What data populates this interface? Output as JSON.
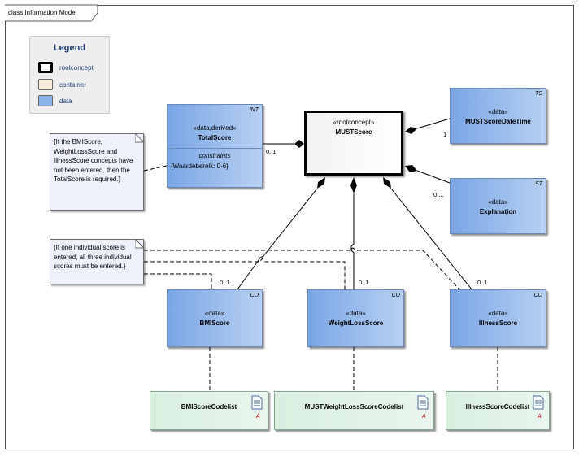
{
  "frame": {
    "title": "class Information Model"
  },
  "legend": {
    "title": "Legend",
    "items": [
      {
        "label": "rootconcept",
        "color": "#ffffff"
      },
      {
        "label": "container",
        "color": "#f7ebdc"
      },
      {
        "label": "data",
        "color": "#8db4e8"
      }
    ]
  },
  "root": {
    "stereotype": "«rootconcept»",
    "name": "MUSTScore"
  },
  "classes": {
    "total": {
      "tag": "INT",
      "stereotype": "«data,derived»",
      "name": "TotalScore",
      "constraints_label": "constraints",
      "constraint": "{Waardebereik: 0-6}"
    },
    "datetime": {
      "tag": "TS",
      "stereotype": "«data»",
      "name": "MUSTScoreDateTime"
    },
    "explanation": {
      "tag": "ST",
      "stereotype": "«data»",
      "name": "Explanation"
    },
    "bmi": {
      "tag": "CO",
      "stereotype": "«data»",
      "name": "BMIScore"
    },
    "weightloss": {
      "tag": "CO",
      "stereotype": "«data»",
      "name": "WeightLossScore"
    },
    "illness": {
      "tag": "CO",
      "stereotype": "«data»",
      "name": "IllnessScore"
    }
  },
  "codelists": {
    "bmi": {
      "name": "BMIScoreCodelist"
    },
    "weightloss": {
      "name": "MUSTWeightLossScoreCodelist"
    },
    "illness": {
      "name": "IllnessScoreCodelist"
    }
  },
  "notes": {
    "total": {
      "lines": [
        "{If the BMIScore,",
        "WeightLossScore and",
        "IllnessScore concepts have",
        "not been entered, then the",
        "TotalScore is required.}"
      ]
    },
    "individual": {
      "lines": [
        "{If one individual score is",
        "entered, all three individual",
        "scores must be entered.}"
      ]
    }
  },
  "multiplicities": {
    "total": "0..1",
    "datetime": "1",
    "explanation": "0..1",
    "bmi": "0..1",
    "weightloss": "0..1",
    "illness": "0..1"
  },
  "colors": {
    "data_fill": "#8db4e8",
    "codelist_fill": "#dff2e6",
    "note_fill": "#eef0fb"
  }
}
